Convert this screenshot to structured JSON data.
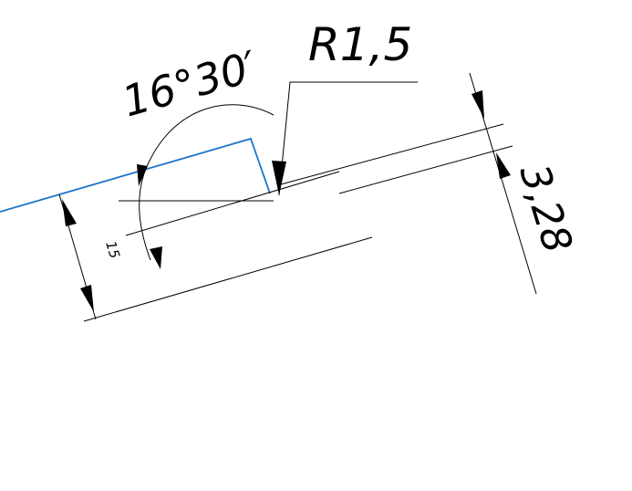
{
  "drawing": {
    "angle_label": "16°30′",
    "radius_label": "R1,5",
    "depth_label": "3,28",
    "left_dim_label": "15",
    "colors": {
      "part_outline": "#1a73c9",
      "dimension_lines": "#000000",
      "background": "#ffffff"
    }
  }
}
